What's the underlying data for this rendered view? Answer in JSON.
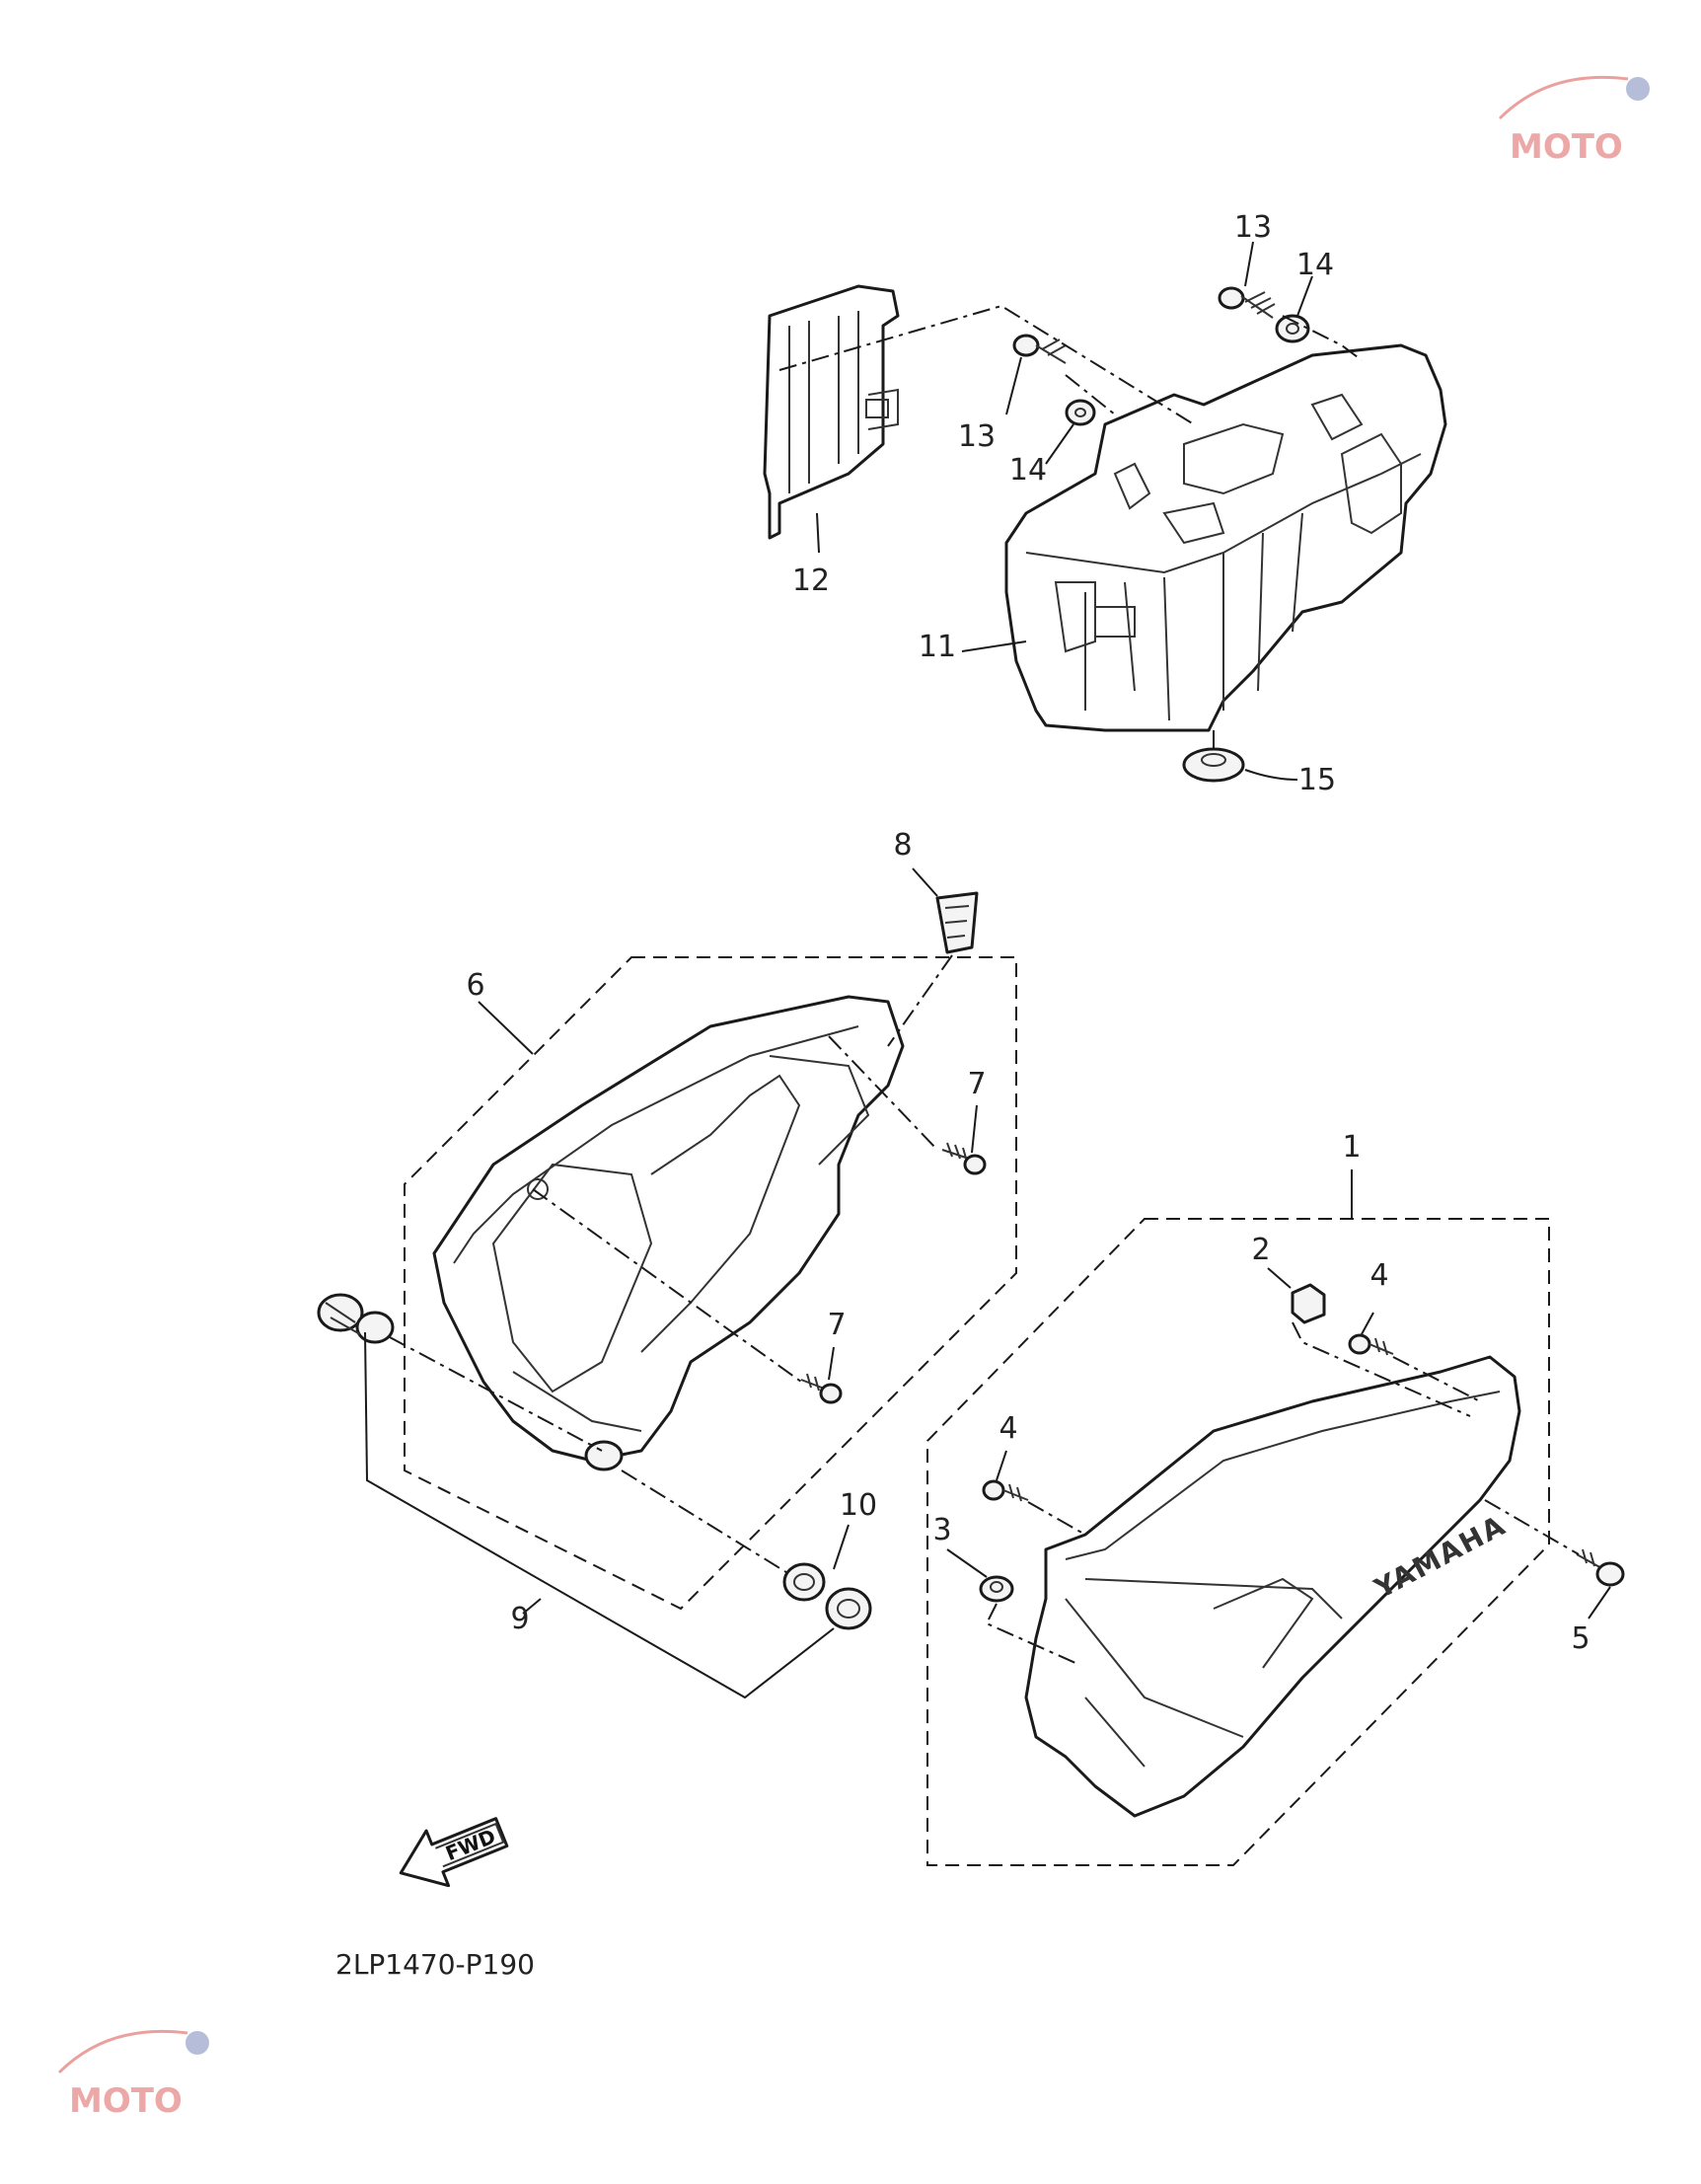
{
  "callouts": {
    "c1": "1",
    "c2": "2",
    "c3": "3",
    "c4a": "4",
    "c4b": "4",
    "c5": "5",
    "c6": "6",
    "c7a": "7",
    "c7b": "7",
    "c8": "8",
    "c9": "9",
    "c10": "10",
    "c11": "11",
    "c12": "12",
    "c13a": "13",
    "c13b": "13",
    "c14a": "14",
    "c14b": "14",
    "c15": "15"
  },
  "diagram_code": "2LP1470-P190",
  "fwd_label": "FWD",
  "brand_text": "YAMAHA",
  "watermark_text": "MOTO",
  "colors": {
    "line": "#1a1a1a",
    "watermark_red": "#d9534f",
    "watermark_blue": "#7a86b8"
  }
}
